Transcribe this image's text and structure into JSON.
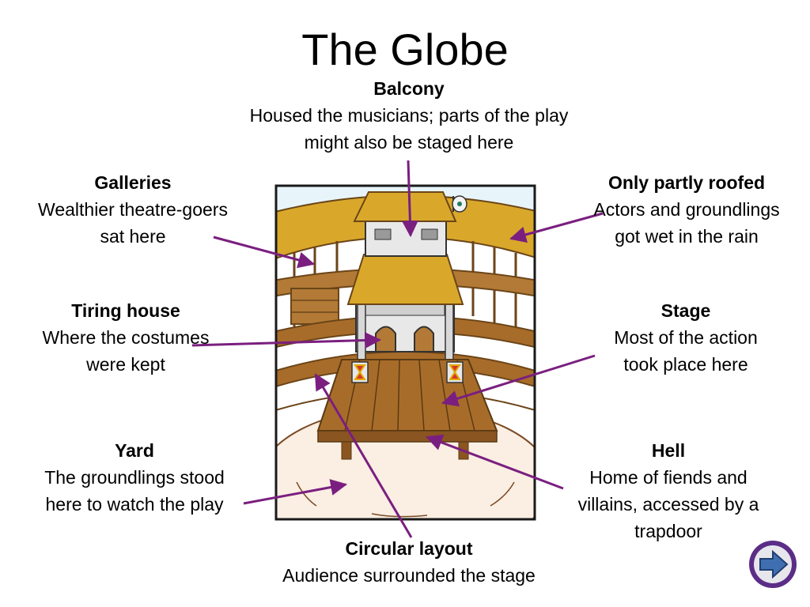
{
  "title": "The Globe",
  "labels": {
    "balcony": {
      "heading": "Balcony",
      "description": "Housed the musicians; parts of the play might also be staged here"
    },
    "galleries": {
      "heading": "Galleries",
      "description": "Wealthier theatre-goers sat here"
    },
    "roof": {
      "heading": "Only partly roofed",
      "description": "Actors and groundlings got wet in the rain"
    },
    "tiring": {
      "heading": "Tiring house",
      "description": "Where the costumes were kept"
    },
    "stage": {
      "heading": "Stage",
      "description": "Most of the action took place here"
    },
    "yard": {
      "heading": "Yard",
      "description": "The groundlings stood here to watch the play"
    },
    "hell": {
      "heading": "Hell",
      "description": "Home of fiends and villains, accessed by a trapdoor"
    },
    "circular": {
      "heading": "Circular layout",
      "description": "Audience surrounded the stage"
    }
  },
  "colors": {
    "arrow": "#7a1f7f",
    "thatch": "#d9a82b",
    "wood": "#a86c2a",
    "next_button": "#5b2d87"
  },
  "icons": {
    "next": "arrow-right-icon"
  }
}
